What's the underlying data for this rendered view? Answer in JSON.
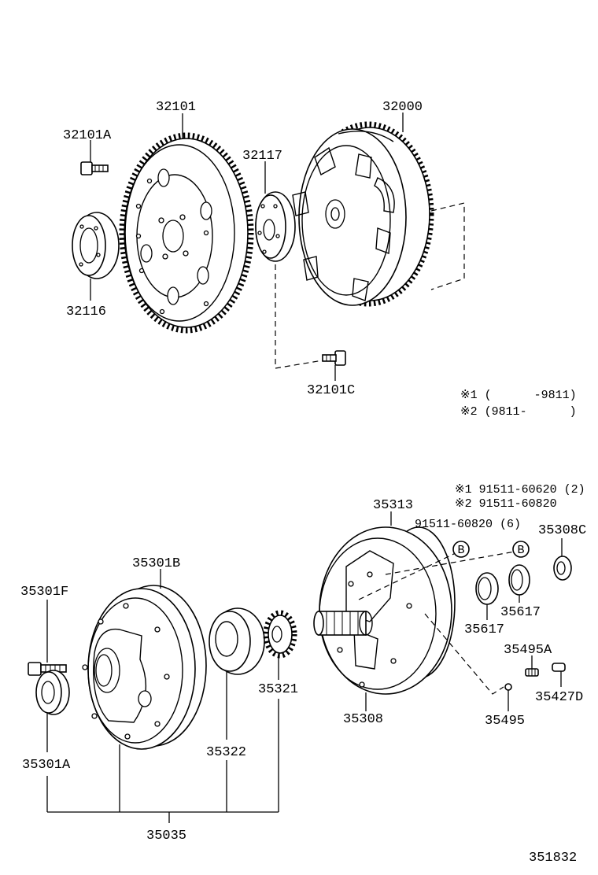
{
  "labels": {
    "p32101A": "32101A",
    "p32101": "32101",
    "p32000": "32000",
    "p32117": "32117",
    "p32116": "32116",
    "p32101C": "32101C",
    "p35313": "35313",
    "p35308C": "35308C",
    "p35301B": "35301B",
    "p35301F": "35301F",
    "p35617a": "35617",
    "p35617b": "35617",
    "p35495A": "35495A",
    "p35321": "35321",
    "p35427D": "35427D",
    "p35308": "35308",
    "p35495": "35495",
    "p35301A": "35301A",
    "p35322": "35322",
    "p35035": "35035"
  },
  "notes": {
    "range1": "※1 (      -9811)",
    "range2": "※2 (9811-      )",
    "bolt1": "※1 91511-60620 (2)",
    "bolt2": "※2 91511-60820",
    "bolt3": "91511-60820 (6)"
  },
  "callouts": {
    "b1": "B",
    "b2": "B"
  },
  "diagram_id": "351832"
}
